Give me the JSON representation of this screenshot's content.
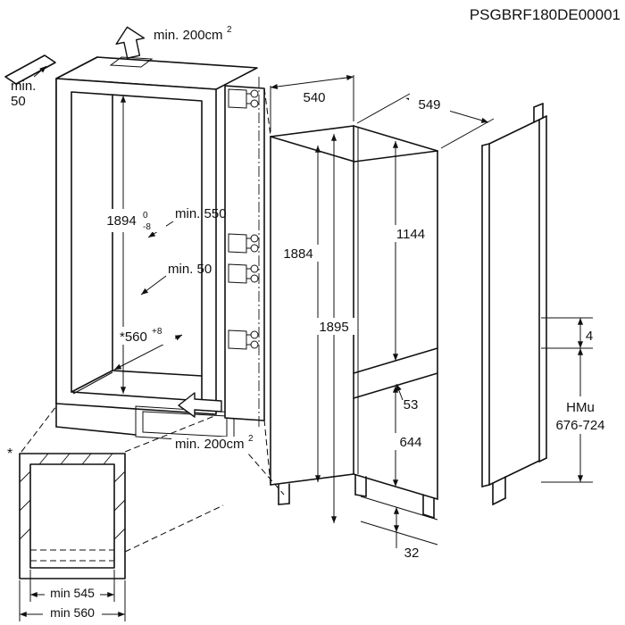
{
  "doc": {
    "code": "PSGBRF180DE00001"
  },
  "niche": {
    "top_vent_area": "min. 200cm",
    "top_vent_sup": "2",
    "side_gap_line1": "min.",
    "side_gap_line2": "50",
    "inner_height": "1894",
    "inner_height_tol_upper": "0",
    "inner_height_tol_lower": "-8",
    "min_inner_depth": "min. 550",
    "min_rear_gap": "min. 50",
    "inner_depth": "*560",
    "inner_depth_tol": "+8",
    "bottom_vent_area": "min. 200cm",
    "bottom_vent_sup": "2"
  },
  "appliance": {
    "width": "540",
    "depth": "549",
    "front_height": "1884",
    "total_height": "1895",
    "upper_door_height": "1144",
    "door_gap": "53",
    "lower_door_height": "644",
    "base_height": "32"
  },
  "panel": {
    "top_gap": "4",
    "hinge_mount_label": "HMu",
    "hinge_mount_range": "676-724"
  },
  "plan": {
    "footnote_marker": "*",
    "min_inner_width": "min 545",
    "min_outer_width": "min 560"
  }
}
